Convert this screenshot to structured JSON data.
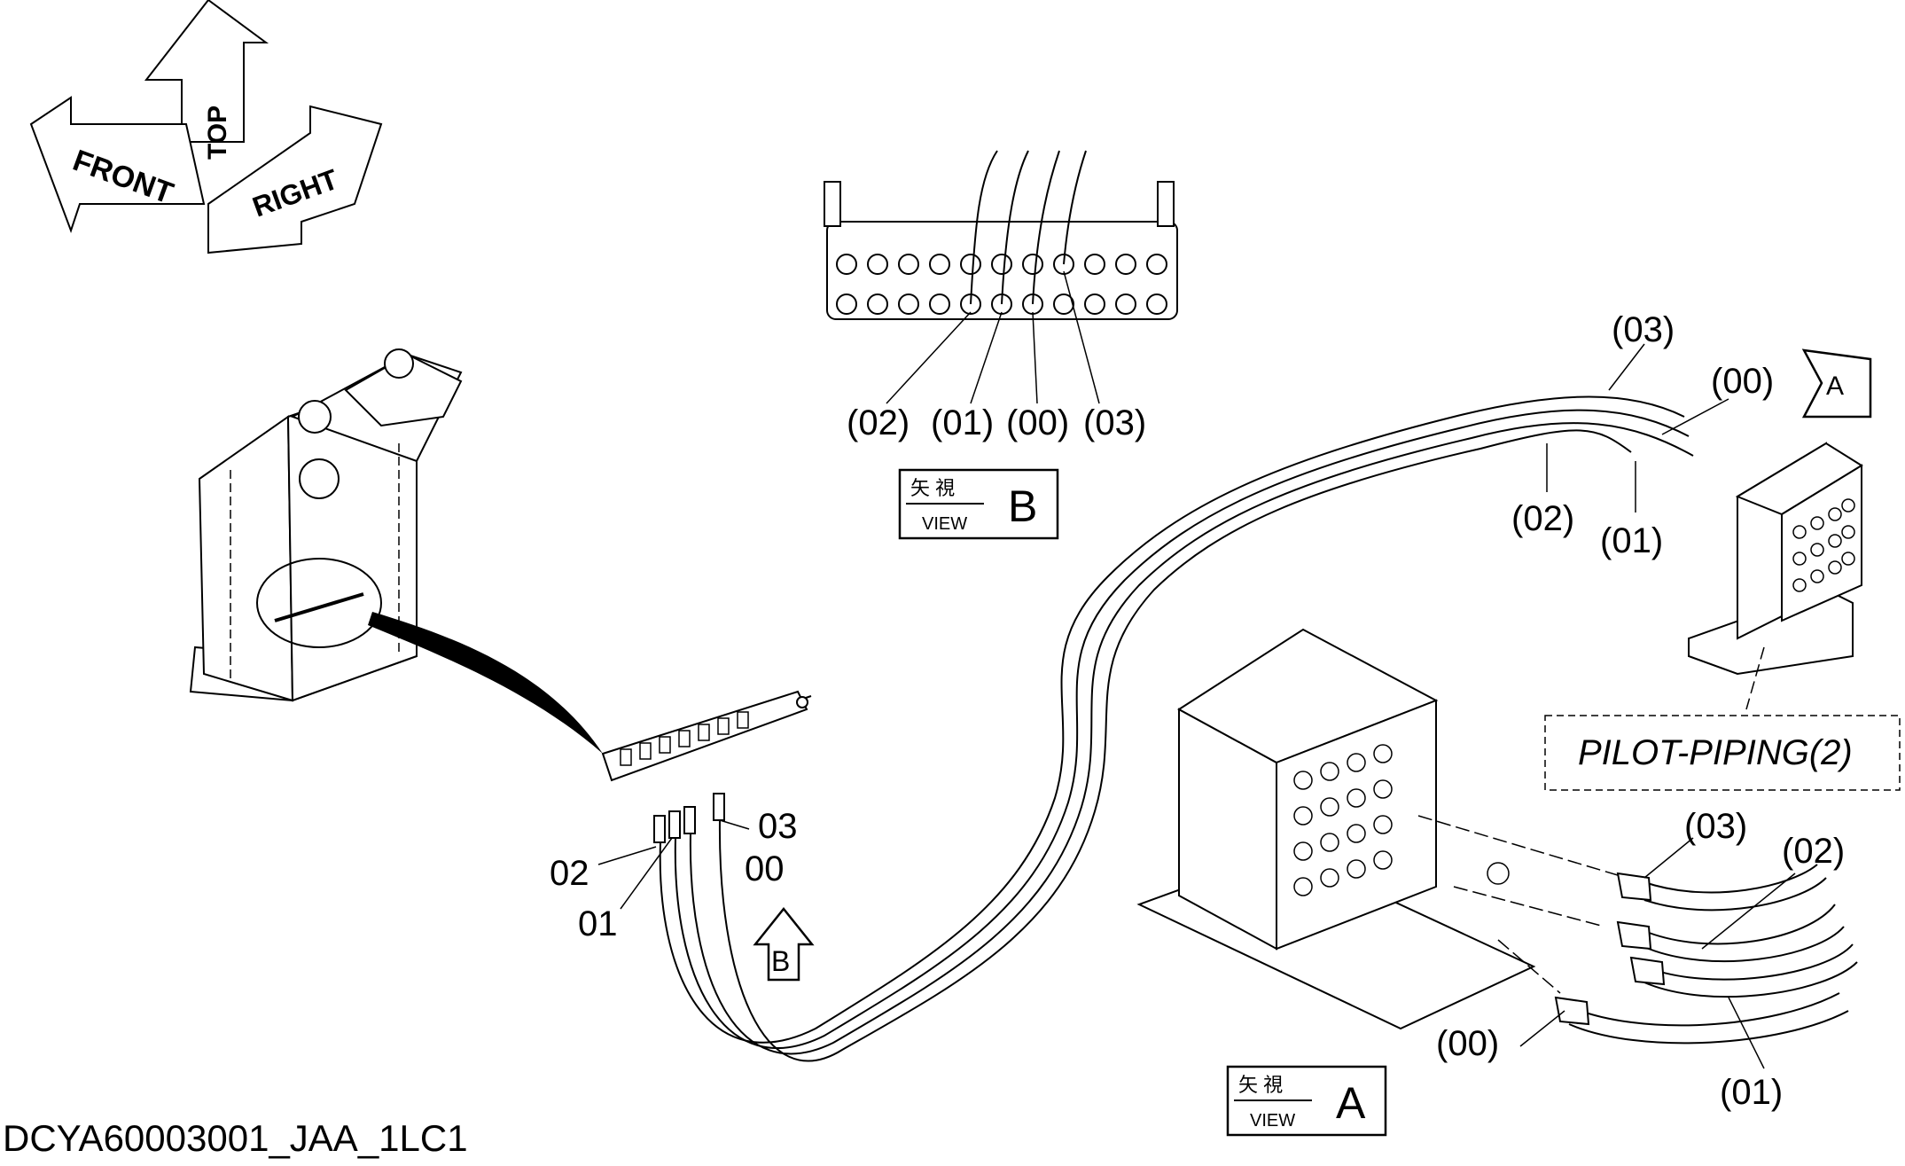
{
  "orientation": {
    "front_label": "FRONT",
    "top_label": "TOP",
    "right_label": "RIGHT"
  },
  "view_b": {
    "callouts": [
      "(02)",
      "(01)",
      "(00)",
      "(03)"
    ],
    "box_kanji": "矢 視",
    "box_view": "VIEW",
    "box_letter": "B"
  },
  "view_a": {
    "box_kanji": "矢 視",
    "box_view": "VIEW",
    "box_letter": "A"
  },
  "arrow_a_letter": "A",
  "arrow_b_letter": "B",
  "hose_callouts_top": {
    "c03": "(03)",
    "c00": "(00)",
    "c02": "(02)",
    "c01": "(01)"
  },
  "manifold_callouts": {
    "c03": "03",
    "c02": "02",
    "c00": "00",
    "c01": "01"
  },
  "pilot_piping_label": "PILOT-PIPING(2)",
  "valve_callouts": {
    "c03": "(03)",
    "c02": "(02)",
    "c00": "(00)",
    "c01": "(01)"
  },
  "drawing_id": "DCYA60003001_JAA_1LC1"
}
